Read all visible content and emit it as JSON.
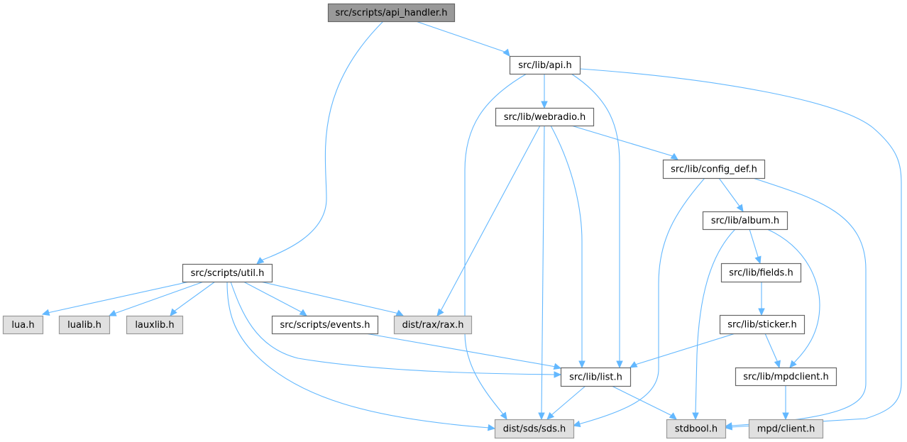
{
  "diagram": {
    "type": "include-dependency-graph",
    "colors": {
      "edge": "#63b8ff",
      "root_fill": "#999999",
      "root_stroke": "#666666",
      "internal_fill": "#ffffff",
      "internal_stroke": "#666666",
      "external_fill": "#e0e0e0",
      "external_stroke": "#999999"
    },
    "nodes": [
      {
        "id": "api_handler",
        "label": "src/scripts/api_handler.h",
        "kind": "root"
      },
      {
        "id": "api",
        "label": "src/lib/api.h",
        "kind": "internal"
      },
      {
        "id": "webradio",
        "label": "src/lib/webradio.h",
        "kind": "internal"
      },
      {
        "id": "config_def",
        "label": "src/lib/config_def.h",
        "kind": "internal"
      },
      {
        "id": "album",
        "label": "src/lib/album.h",
        "kind": "internal"
      },
      {
        "id": "fields",
        "label": "src/lib/fields.h",
        "kind": "internal"
      },
      {
        "id": "sticker",
        "label": "src/lib/sticker.h",
        "kind": "internal"
      },
      {
        "id": "util",
        "label": "src/scripts/util.h",
        "kind": "internal"
      },
      {
        "id": "lua",
        "label": "lua.h",
        "kind": "external"
      },
      {
        "id": "lualib",
        "label": "lualib.h",
        "kind": "external"
      },
      {
        "id": "lauxlib",
        "label": "lauxlib.h",
        "kind": "external"
      },
      {
        "id": "events",
        "label": "src/scripts/events.h",
        "kind": "internal"
      },
      {
        "id": "rax",
        "label": "dist/rax/rax.h",
        "kind": "external"
      },
      {
        "id": "list",
        "label": "src/lib/list.h",
        "kind": "internal"
      },
      {
        "id": "mpdclient",
        "label": "src/lib/mpdclient.h",
        "kind": "internal"
      },
      {
        "id": "sds",
        "label": "dist/sds/sds.h",
        "kind": "external"
      },
      {
        "id": "stdbool",
        "label": "stdbool.h",
        "kind": "external"
      },
      {
        "id": "mpd_client",
        "label": "mpd/client.h",
        "kind": "external"
      }
    ],
    "edges": [
      {
        "from": "api_handler",
        "to": "api"
      },
      {
        "from": "api_handler",
        "to": "util"
      },
      {
        "from": "api",
        "to": "webradio"
      },
      {
        "from": "api",
        "to": "list"
      },
      {
        "from": "api",
        "to": "sds"
      },
      {
        "from": "api",
        "to": "stdbool"
      },
      {
        "from": "webradio",
        "to": "config_def"
      },
      {
        "from": "webradio",
        "to": "rax"
      },
      {
        "from": "webradio",
        "to": "sds"
      },
      {
        "from": "webradio",
        "to": "list"
      },
      {
        "from": "config_def",
        "to": "album"
      },
      {
        "from": "config_def",
        "to": "sds"
      },
      {
        "from": "config_def",
        "to": "stdbool"
      },
      {
        "from": "album",
        "to": "fields"
      },
      {
        "from": "album",
        "to": "stdbool"
      },
      {
        "from": "album",
        "to": "mpdclient"
      },
      {
        "from": "fields",
        "to": "sticker"
      },
      {
        "from": "sticker",
        "to": "list"
      },
      {
        "from": "sticker",
        "to": "mpdclient"
      },
      {
        "from": "util",
        "to": "lua"
      },
      {
        "from": "util",
        "to": "lualib"
      },
      {
        "from": "util",
        "to": "lauxlib"
      },
      {
        "from": "util",
        "to": "events"
      },
      {
        "from": "util",
        "to": "rax"
      },
      {
        "from": "util",
        "to": "list"
      },
      {
        "from": "util",
        "to": "sds"
      },
      {
        "from": "events",
        "to": "list"
      },
      {
        "from": "list",
        "to": "sds"
      },
      {
        "from": "list",
        "to": "stdbool"
      },
      {
        "from": "mpdclient",
        "to": "mpd_client"
      }
    ]
  }
}
